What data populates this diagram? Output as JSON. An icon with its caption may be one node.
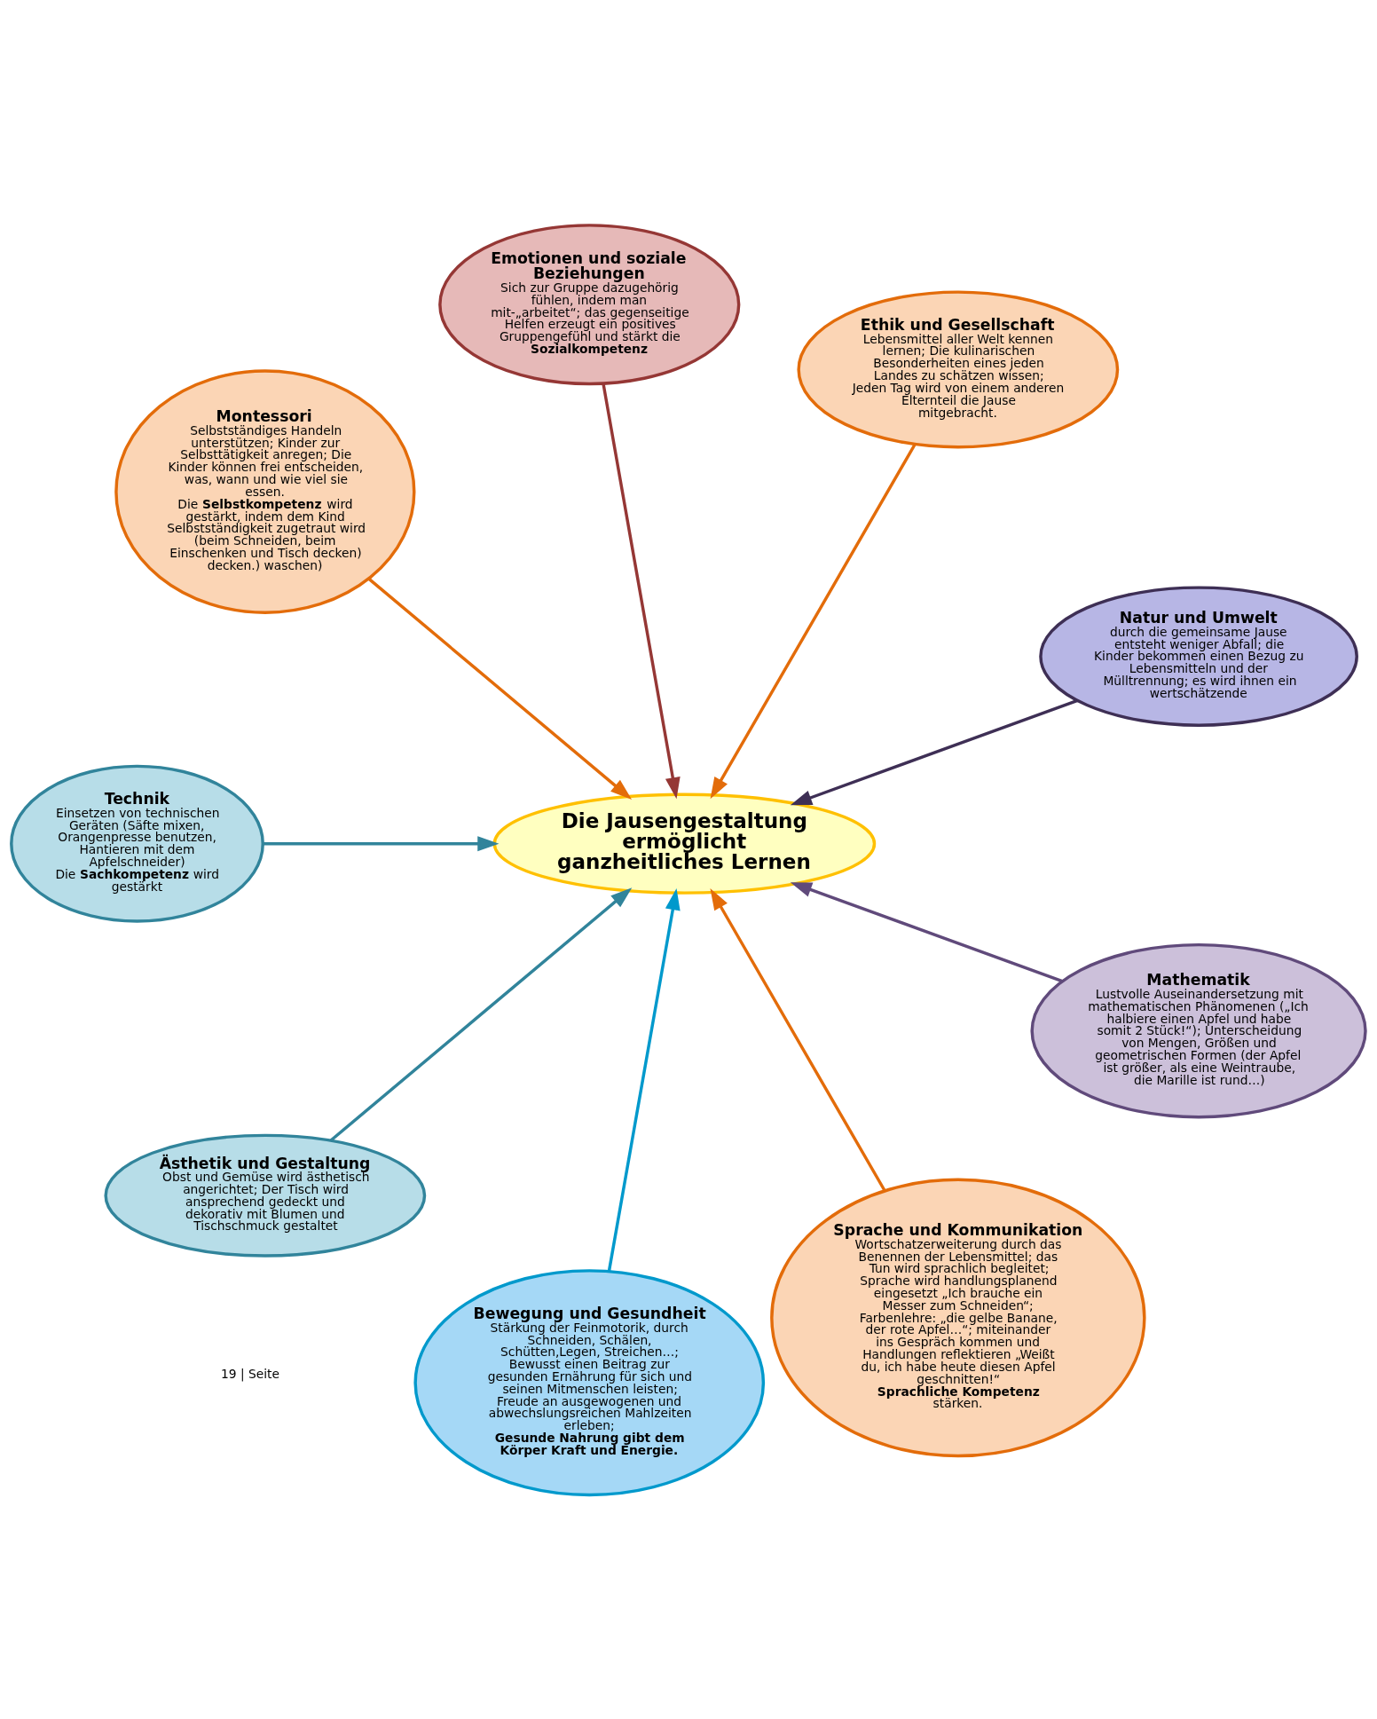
{
  "diagram": {
    "nodes": [
      {
        "text": [
          "Natur und Umwelt",
          "durch die gemeinsame Jause entsteht weniger Abfall; die Kinder bekommen einen Bezug zu Lebensmitteln und der Mülltrennung; es wird ihnen ein wertschätzende"
        ]
      },
      {
        "text": [
          "Ethik und Gesellschaft",
          "Lebensmittel aller Welt kennen lernen; Die kulinarischen Besonderheiten eines jeden Landes zu schätzen wissen;",
          "Jeden Tag wird von einem anderen Elternteil die Jause mitgebracht."
        ]
      },
      {
        "text": [
          "Emotionen und soziale Beziehungen",
          "Sich zur Gruppe dazugehörig fühlen, indem man mit-„arbeitet“; das gegenseitige Helfen erzeugt ein positives Gruppengefühl und stärkt die **Sozialkompetenz**"
        ]
      },
      {
        "text": [
          "Montessori",
          "Selbstständiges Handeln unterstützen; Kinder zur Selbsttätigkeit anregen; Die Kinder können frei entscheiden, was, wann und wie viel sie essen.",
          "Die **Selbstkompetenz** wird gestärkt, indem dem Kind Selbstständigkeit zugetraut wird (beim Schneiden, beim Einschenken und Tisch decken) decken.) waschen)"
        ]
      },
      {
        "text": [
          "Die Jausengestaltung ermöglicht ganzheitliches Lernen"
        ]
      },
      {
        "text": [
          "Technik",
          "Einsetzen von technischen Geräten (Säfte mixen, Orangenpresse benutzen, Hantieren mit dem Apfelschneider)",
          "Die **Sachkompetenz** wird gestärkt"
        ]
      },
      {
        "text": [
          "Ästhetik und Gestaltung",
          "Obst und Gemüse wird ästhetisch angerichtet; Der Tisch wird ansprechend gedeckt und dekorativ mit Blumen und Tischschmuck gestaltet"
        ]
      },
      {
        "text": [
          "Bewegung und Gesundheit",
          "Stärkung der Feinmotorik, durch Schneiden, Schälen, Schütten,Legen, Streichen…; Bewusst einen Beitrag zur gesunden Ernährung für sich und seinen Mitmenschen leisten; Freude an ausgewogenen und abwechslungsreichen Mahlzeiten erleben;",
          "**Gesunde Nahrung gibt dem Körper Kraft und Energie.**"
        ]
      },
      {
        "text": [
          "Sprache und Kommunikation",
          "Wortschatzerweiterung durch das Benennen der Lebensmittel; das Tun wird sprachlich begleitet; Sprache wird handlungsplanend eingesetzt „Ich brauche ein Messer zum Schneiden“; Farbenlehre: „die gelbe Banane, der rote Apfel…“; miteinander ins Gespräch kommen und Handlungen reflektieren „Weißt du, ich habe heute diesen Apfel geschnitten!“",
          "**Sprachliche Kompetenz** stärken."
        ]
      },
      {
        "text": [
          "Mathematik",
          "Lustvolle Auseinandersetzung mit mathematischen Phänomenen („Ich halbiere einen Apfel und habe somit 2 Stück!“); Unterscheidung von Mengen, Größen und geometrischen Formen (der Apfel ist größer, als eine Weintraube, die Marille ist rund…)"
        ]
      }
    ],
    "edges": [
      {
        "from": 0,
        "to": 4,
        "arrow": "to",
        "color": "#3e2f55"
      },
      {
        "from": 1,
        "to": 4,
        "arrow": "to",
        "color": "#e36c0a"
      },
      {
        "from": 2,
        "to": 4,
        "arrow": "to",
        "color": "#953735"
      },
      {
        "from": 3,
        "to": 4,
        "arrow": "to",
        "color": "#e36c0a"
      },
      {
        "from": 5,
        "to": 4,
        "arrow": "to",
        "color": "#31849b"
      },
      {
        "from": 6,
        "to": 4,
        "arrow": "to",
        "color": "#31849b"
      },
      {
        "from": 7,
        "to": 4,
        "arrow": "to",
        "color": "#0099cc"
      },
      {
        "from": 8,
        "to": 4,
        "arrow": "to",
        "color": "#e36c0a"
      },
      {
        "from": 9,
        "to": 4,
        "arrow": "to",
        "color": "#604a7b"
      }
    ],
    "labels": [
      "19 | Seite"
    ]
  }
}
